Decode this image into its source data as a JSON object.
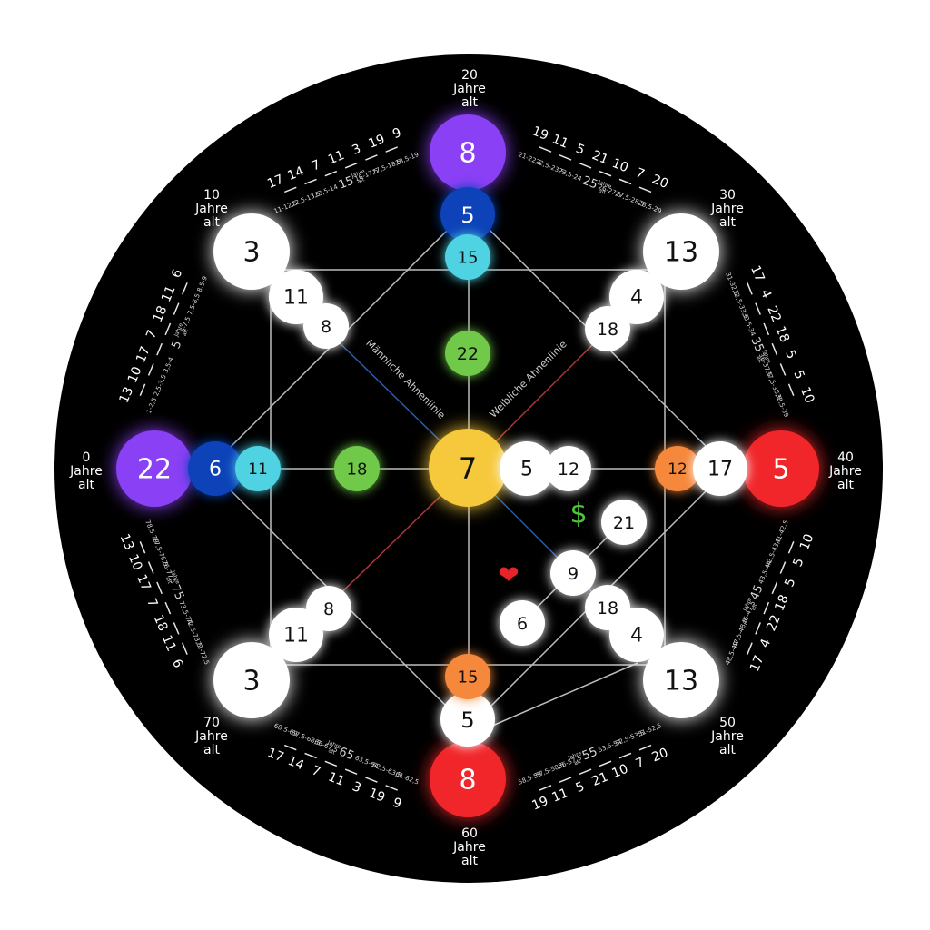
{
  "colors": {
    "background": "#000000",
    "white": "#ffffff",
    "violet": "#8a3ff5",
    "blue": "#0b43b8",
    "cyan": "#4fd3e3",
    "green": "#6fc94a",
    "yellow": "#f6c93c",
    "orange": "#f5883b",
    "red": "#f0282b"
  },
  "center": {
    "value": "7",
    "color": "yellow"
  },
  "nodes": {
    "top_outer": "8",
    "top_mid": "5",
    "top_inner": "15",
    "top_core": "22",
    "left_outer": "22",
    "left_mid": "6",
    "left_inner": "11",
    "left_core": "18",
    "right_outer": "5",
    "right_mid": "17",
    "right_inner": "12",
    "bottom_outer": "8",
    "bottom_mid": "5",
    "bottom_inner": "15",
    "center_right_1": "5",
    "center_right_2": "12",
    "tl_outer": "3",
    "tl_mid": "11",
    "tl_inner": "8",
    "tr_outer": "13",
    "tr_mid": "4",
    "tr_inner": "18",
    "bl_outer": "3",
    "bl_mid": "11",
    "bl_inner": "8",
    "br_outer": "13",
    "br_mid": "4",
    "br_inner": "18",
    "money": "21",
    "love_center": "9",
    "love": "6"
  },
  "age_labels": {
    "top": [
      "20",
      "Jahre",
      "alt"
    ],
    "top_right": [
      "30",
      "Jahre",
      "alt"
    ],
    "right": [
      "40",
      "Jahre",
      "alt"
    ],
    "bottom_right": [
      "50",
      "Jahre",
      "alt"
    ],
    "bottom": [
      "60",
      "Jahre",
      "alt"
    ],
    "bottom_left": [
      "70",
      "Jahre",
      "alt"
    ],
    "left": [
      "0",
      "Jahre",
      "alt"
    ],
    "top_left": [
      "10",
      "Jahre",
      "alt"
    ]
  },
  "lineage": {
    "male": "Männliche Ahnenlinie",
    "female": "Weibliche Ahnenlinie"
  },
  "symbols": {
    "money": "$",
    "love": "❤"
  },
  "sequences": {
    "s1": [
      "6",
      "11",
      "18",
      "7",
      "17",
      "10",
      "13"
    ],
    "s2": [
      "17",
      "14",
      "7",
      "11",
      "3",
      "19",
      "9"
    ],
    "s3": [
      "19",
      "11",
      "5",
      "21",
      "10",
      "7",
      "20"
    ],
    "s4": [
      "17",
      "4",
      "22",
      "18",
      "5",
      "5",
      "10"
    ],
    "s5": [
      "10",
      "5",
      "5",
      "18",
      "22",
      "4",
      "17"
    ],
    "s6": [
      "20",
      "7",
      "10",
      "21",
      "5",
      "11",
      "19"
    ],
    "s7": [
      "9",
      "19",
      "3",
      "11",
      "7",
      "14",
      "17"
    ],
    "s8": [
      "13",
      "10",
      "17",
      "7",
      "18",
      "11",
      "6"
    ]
  },
  "ranges": {
    "r1": [
      "1-2,5",
      "2,5-3,5",
      "3,5-4",
      "5",
      "6-7,5",
      "7,5-8,5",
      "8,5-9"
    ],
    "r2": [
      "11-12,5",
      "12,5-13,5",
      "13,5-14",
      "15",
      "16-17,5",
      "17,5-18,5",
      "18,5-19"
    ],
    "r3": [
      "21-22,5",
      "22,5-23,5",
      "23,5-24",
      "25",
      "26-27,5",
      "27,5-28,5",
      "28,5-29"
    ],
    "r4": [
      "31-32,5",
      "32,5-33,5",
      "33,5-34",
      "35",
      "36-37,5",
      "37,5-38,5",
      "38,5-39"
    ],
    "r5": [
      "41-42,5",
      "42,5-43,5",
      "43,5-44",
      "45",
      "46-47,5",
      "47,5-48,5",
      "48,5-49"
    ],
    "r6": [
      "51-52,5",
      "52,5-53,5",
      "53,5-54",
      "55",
      "56-57,5",
      "57,5-58,5",
      "58,5-59"
    ],
    "r7": [
      "61-62,5",
      "62,5-63,5",
      "63,5-64",
      "65",
      "66-67,5",
      "67,5-68,5",
      "68,5-69"
    ],
    "r8": [
      "71-72,5",
      "72,5-73,5",
      "73,5-74",
      "75",
      "76-77,5",
      "77,5-78,5",
      "78,5-79"
    ]
  },
  "mid_age_suffix": [
    "Jahre",
    "alt"
  ]
}
